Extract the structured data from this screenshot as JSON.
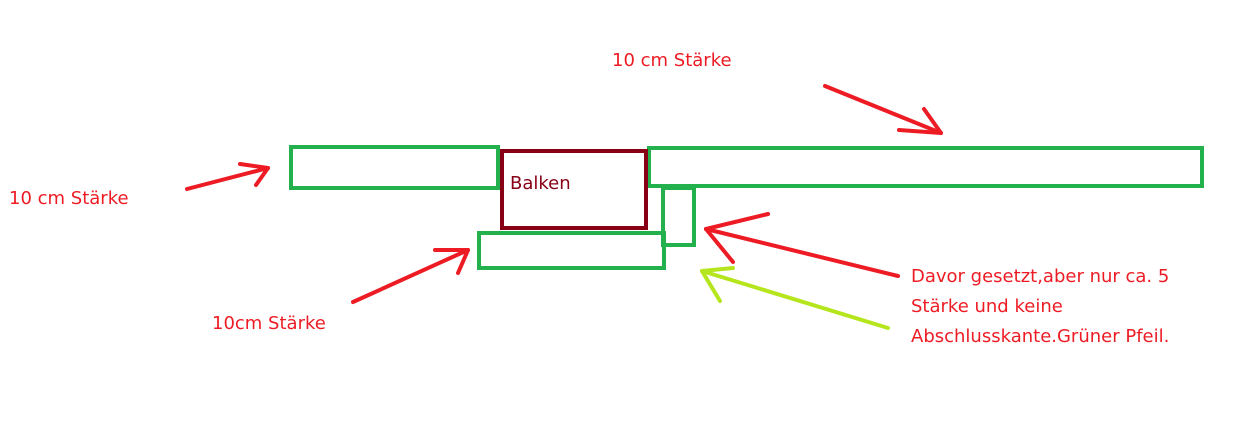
{
  "labels": {
    "top_right": "10 cm Stärke",
    "left": "10 cm Stärke",
    "bottom_left": "10cm Stärke",
    "beam": "Balken",
    "note_line1": "Davor gesetzt,aber nur ca. 5",
    "note_line2": "Stärke und keine",
    "note_line3": "Abschlusskante.Grüner Pfeil."
  },
  "colors": {
    "board_green": "#22b14c",
    "beam_maroon": "#880015",
    "arrow_red": "#ed1c24",
    "arrow_lime": "#b5e61d",
    "text_red": "#ed1c24"
  }
}
